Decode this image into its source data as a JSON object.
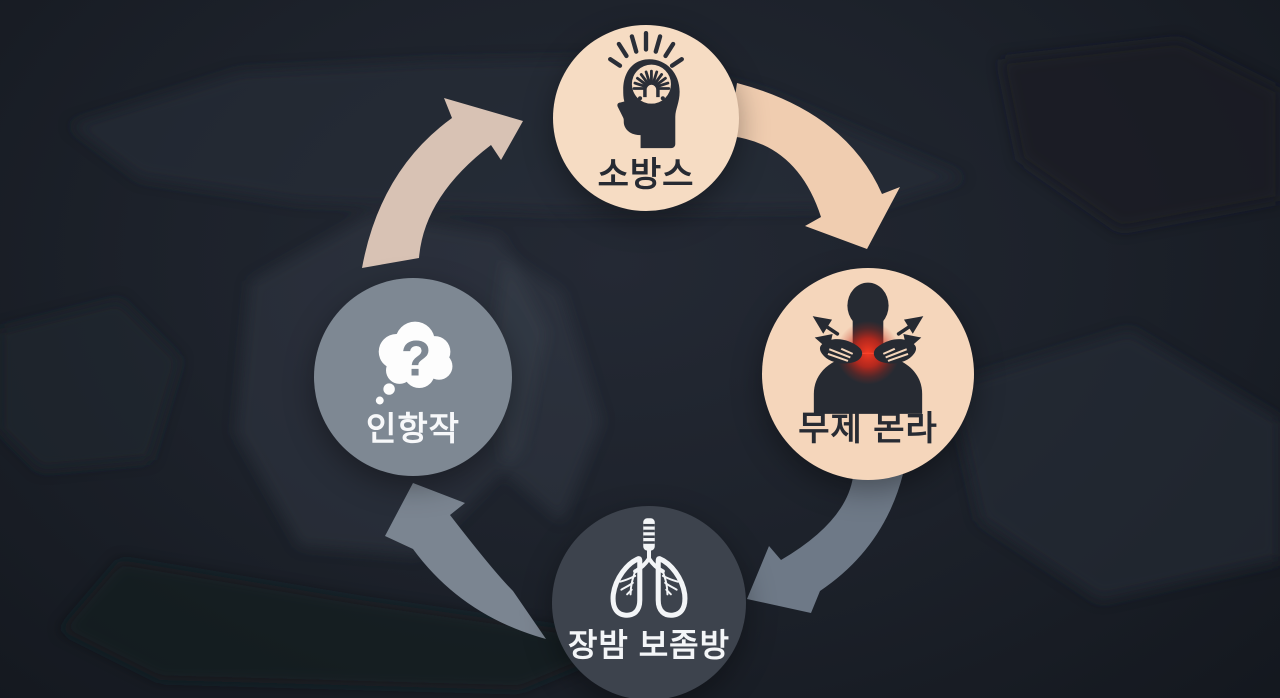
{
  "diagram": {
    "type": "cycle-diagram",
    "background_color": "#1b1f27",
    "nodes": [
      {
        "id": "top",
        "label": "소방스",
        "icon": "idea-head-icon",
        "circle_color": "#f6dcc3",
        "label_color": "#272b33"
      },
      {
        "id": "right",
        "label": "무제 몬라",
        "icon": "neck-pain-icon",
        "circle_color": "#f5d6bb",
        "label_color": "#272b33"
      },
      {
        "id": "bottom",
        "label": "장밤 보좀방",
        "icon": "lungs-icon",
        "circle_color": "#3d434d",
        "label_color": "#f4f6f8"
      },
      {
        "id": "left",
        "label": "인항작",
        "icon": "thought-question-icon",
        "circle_color": "#7e8893",
        "label_color": "#f7f8fa"
      }
    ],
    "arrows": [
      {
        "from": "left",
        "to": "top",
        "color": "#d8c2b4"
      },
      {
        "from": "top",
        "to": "right",
        "color": "#f0cdb0"
      },
      {
        "from": "right",
        "to": "bottom",
        "color": "#6e7987"
      },
      {
        "from": "bottom",
        "to": "left",
        "color": "#7b8591"
      }
    ],
    "pain_glow_color": "#e02818",
    "question_glyph": "?"
  }
}
